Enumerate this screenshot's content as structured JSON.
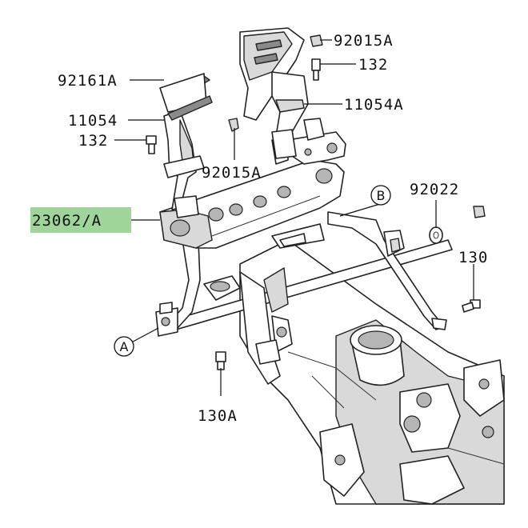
{
  "part_labels": {
    "p92015A_top": "92015A",
    "p132_top": "132",
    "p92161A": "92161A",
    "p11054A": "11054A",
    "p11054": "11054",
    "p132_left": "132",
    "p92015A_mid": "92015A",
    "p92022": "92022",
    "p23062A": "23062/A",
    "p130": "130",
    "p130A": "130A"
  },
  "callouts": {
    "a": "A",
    "b": "B"
  },
  "colors": {
    "highlight": "#9fd49a",
    "line": "#111111"
  }
}
